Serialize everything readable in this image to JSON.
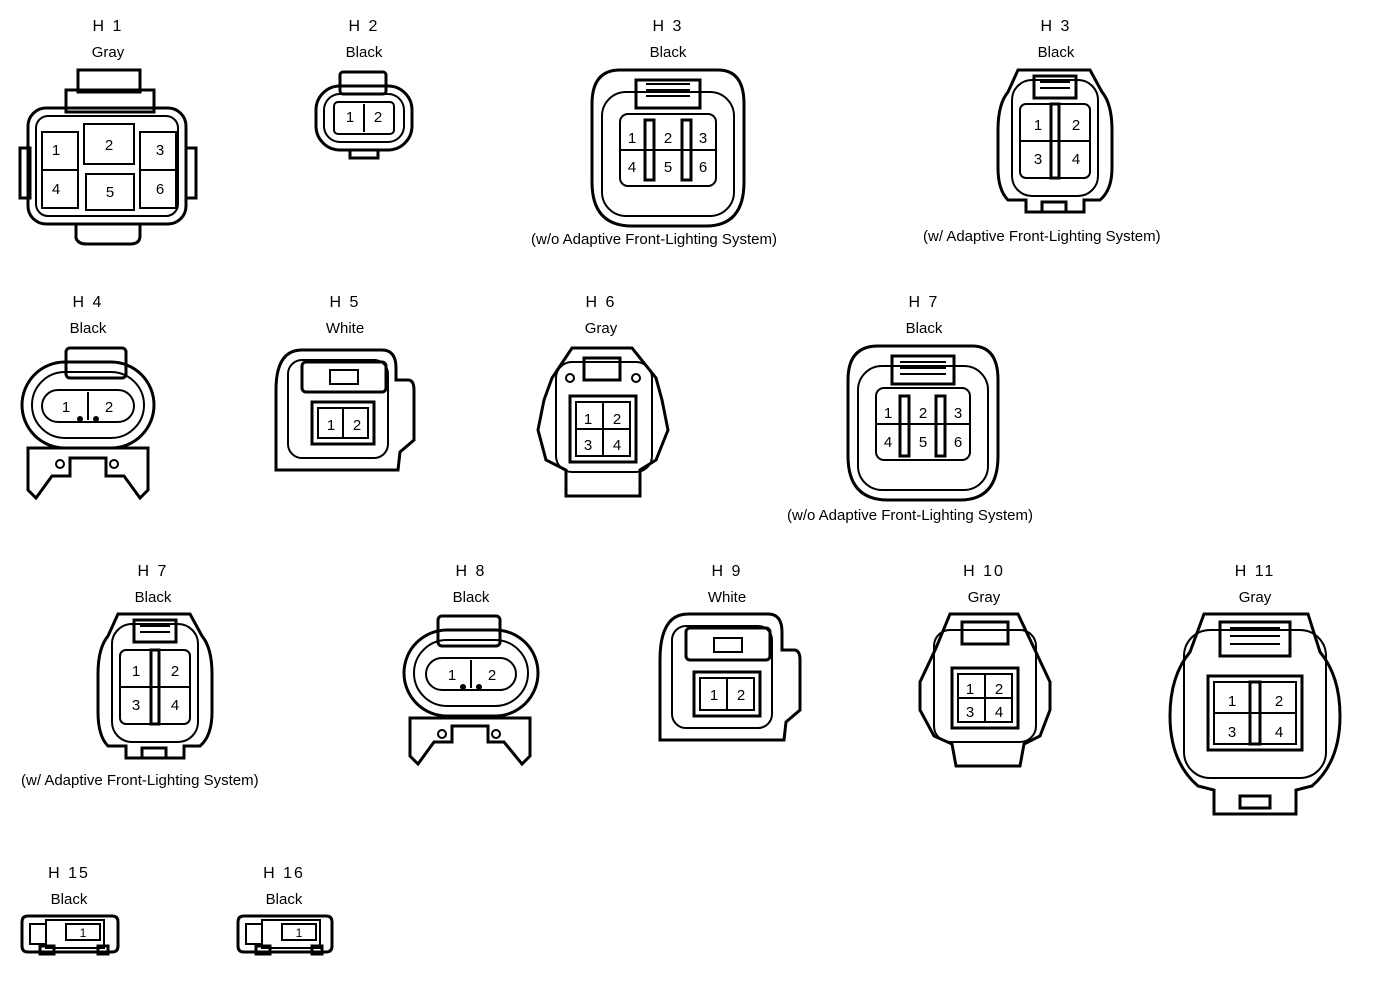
{
  "connectors": [
    {
      "id": "H 1",
      "color": "Gray",
      "pins": [
        "1",
        "2",
        "3",
        "4",
        "5",
        "6"
      ]
    },
    {
      "id": "H 2",
      "color": "Black",
      "pins": [
        "1",
        "2"
      ]
    },
    {
      "id": "H 3",
      "color": "Black",
      "pins": [
        "1",
        "2",
        "3",
        "4",
        "5",
        "6"
      ],
      "note": "(w/o Adaptive Front-Lighting System)"
    },
    {
      "id": "H 3",
      "color": "Black",
      "pins": [
        "1",
        "2",
        "3",
        "4"
      ],
      "note": "(w/ Adaptive Front-Lighting System)"
    },
    {
      "id": "H 4",
      "color": "Black",
      "pins": [
        "1",
        "2"
      ]
    },
    {
      "id": "H 5",
      "color": "White",
      "pins": [
        "1",
        "2"
      ]
    },
    {
      "id": "H 6",
      "color": "Gray",
      "pins": [
        "1",
        "2",
        "3",
        "4"
      ]
    },
    {
      "id": "H 7",
      "color": "Black",
      "pins": [
        "1",
        "2",
        "3",
        "4",
        "5",
        "6"
      ],
      "note": "(w/o Adaptive Front-Lighting System)"
    },
    {
      "id": "H 7",
      "color": "Black",
      "pins": [
        "1",
        "2",
        "3",
        "4"
      ],
      "note": "(w/ Adaptive Front-Lighting System)"
    },
    {
      "id": "H 8",
      "color": "Black",
      "pins": [
        "1",
        "2"
      ]
    },
    {
      "id": "H 9",
      "color": "White",
      "pins": [
        "1",
        "2"
      ]
    },
    {
      "id": "H 10",
      "color": "Gray",
      "pins": [
        "1",
        "2",
        "3",
        "4"
      ]
    },
    {
      "id": "H 11",
      "color": "Gray",
      "pins": [
        "1",
        "2",
        "3",
        "4"
      ]
    },
    {
      "id": "H 15",
      "color": "Black",
      "pins": [
        "1"
      ]
    },
    {
      "id": "H 16",
      "color": "Black",
      "pins": [
        "1"
      ]
    }
  ]
}
